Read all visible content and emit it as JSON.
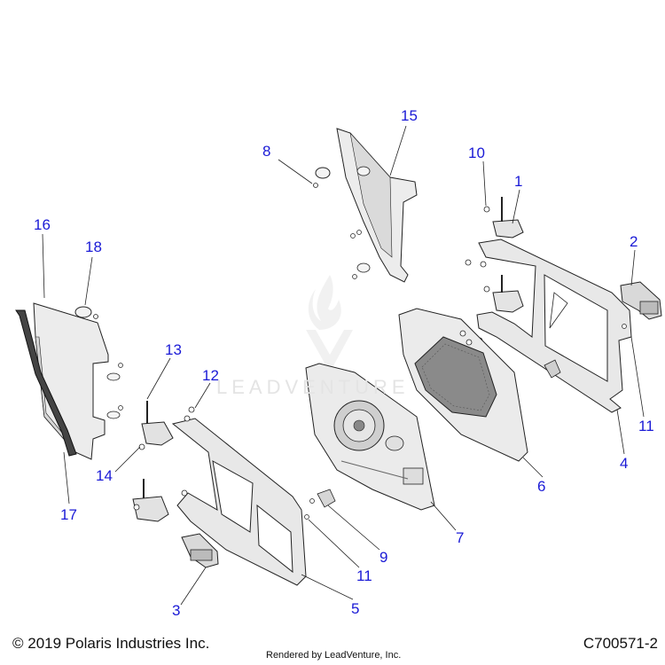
{
  "diagram": {
    "callouts": [
      {
        "id": "1",
        "label": "1"
      },
      {
        "id": "2",
        "label": "2"
      },
      {
        "id": "3",
        "label": "3"
      },
      {
        "id": "4",
        "label": "4"
      },
      {
        "id": "5",
        "label": "5"
      },
      {
        "id": "6",
        "label": "6"
      },
      {
        "id": "7",
        "label": "7"
      },
      {
        "id": "8",
        "label": "8"
      },
      {
        "id": "9",
        "label": "9"
      },
      {
        "id": "10",
        "label": "10"
      },
      {
        "id": "11a",
        "label": "11"
      },
      {
        "id": "11b",
        "label": "11"
      },
      {
        "id": "12",
        "label": "12"
      },
      {
        "id": "13",
        "label": "13"
      },
      {
        "id": "14",
        "label": "14"
      },
      {
        "id": "15",
        "label": "15"
      },
      {
        "id": "16",
        "label": "16"
      },
      {
        "id": "17",
        "label": "17"
      },
      {
        "id": "18",
        "label": "18"
      }
    ],
    "callout_color": "#1a1ad6",
    "part_fill": "#e9e9e9",
    "outline_color": "#222222"
  },
  "footer": {
    "copyright": "© 2019 Polaris Industries Inc.",
    "rendered_by": "Rendered by LeadVenture, Inc.",
    "figure_code": "C700571-2"
  },
  "watermark": {
    "text": "LEADVENTURE"
  }
}
